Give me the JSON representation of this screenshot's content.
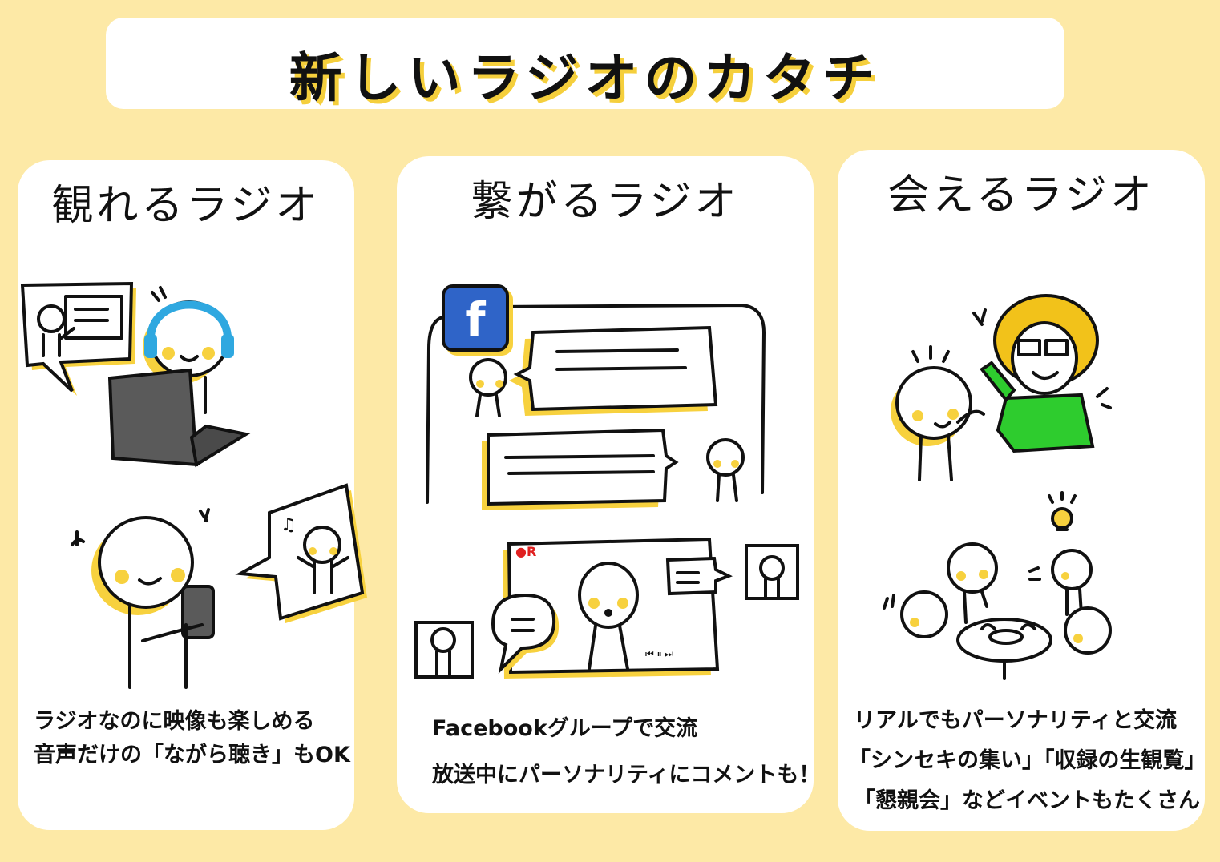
{
  "title": "新しいラジオのカタチ",
  "colors": {
    "background": "#fde9a6",
    "accent": "#f7d13e",
    "headphone": "#2fa8e0",
    "facebook": "#2f64c8",
    "jacket": "#2ecc2e",
    "hair": "#f2c21a"
  },
  "panels": [
    {
      "heading": "観れるラジオ",
      "captions": [
        "ラジオなのに映像も楽しめる",
        "音声だけの「ながら聴き」もOK"
      ]
    },
    {
      "heading": "繋がるラジオ",
      "captions": [
        "Facebookグループで交流",
        "放送中にパーソナリティにコメントも！"
      ],
      "icon_text": "f",
      "live_badge": "●R",
      "player_controls": "⏮ ⏸ ⏭"
    },
    {
      "heading": "会えるラジオ",
      "captions": [
        "リアルでもパーソナリティと交流",
        "「シンセキの集い」「収録の生観覧」",
        "「懇親会」などイベントもたくさん"
      ]
    }
  ],
  "icons": [
    "facebook-icon",
    "headphones-icon",
    "laptop-icon",
    "smartphone-icon",
    "speech-bubble-icon",
    "music-note-icon",
    "lightbulb-icon"
  ]
}
